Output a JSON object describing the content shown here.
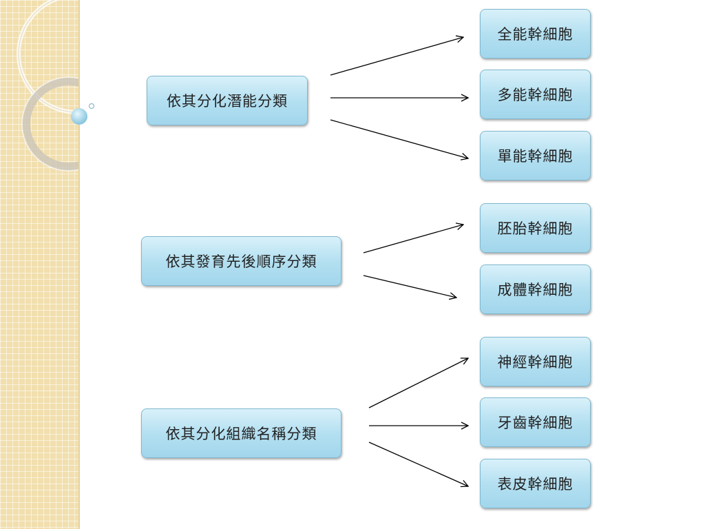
{
  "categories": [
    {
      "label": "依其分化潛能分類",
      "children": [
        "全能幹細胞",
        "多能幹細胞",
        "單能幹細胞"
      ]
    },
    {
      "label": "依其發育先後順序分類",
      "children": [
        "胚胎幹細胞",
        "成體幹細胞"
      ]
    },
    {
      "label": "依其分化組織名稱分類",
      "children": [
        "神經幹細胞",
        "牙齒幹細胞",
        "表皮幹細胞"
      ]
    }
  ],
  "colors": {
    "box_top": "#d9f1fa",
    "box_bottom": "#a2d6ec",
    "box_border": "#7fb9cf",
    "side_panel": "#f1dfae",
    "arrow": "#000000"
  }
}
